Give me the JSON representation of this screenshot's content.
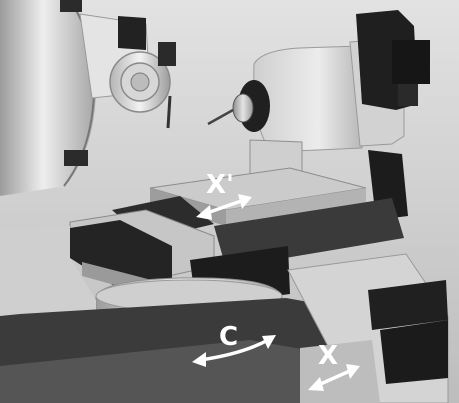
{
  "axes": {
    "x_prime": {
      "label": "X'"
    },
    "c": {
      "label": "C"
    },
    "x": {
      "label": "X"
    }
  },
  "colors": {
    "background": "#d8d8d8",
    "machine_light": "#e6e6e6",
    "machine_mid": "#a9a9a9",
    "machine_dark": "#3a3a3a",
    "machine_black": "#1c1c1c",
    "arrow": "#ffffff"
  }
}
